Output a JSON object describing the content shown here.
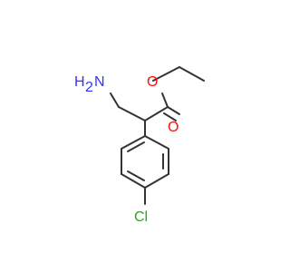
{
  "molecule": {
    "atom_labels": {
      "amine_h2": "H",
      "amine_h2_sub": "2",
      "amine_n": "N",
      "ester_o": "O",
      "carbonyl_o": "O",
      "chlorine": "Cl"
    },
    "colors": {
      "bond": "#333333",
      "nitrogen": "#3333ff",
      "oxygen": "#ff0d0d",
      "chlorine": "#22aa22"
    }
  }
}
